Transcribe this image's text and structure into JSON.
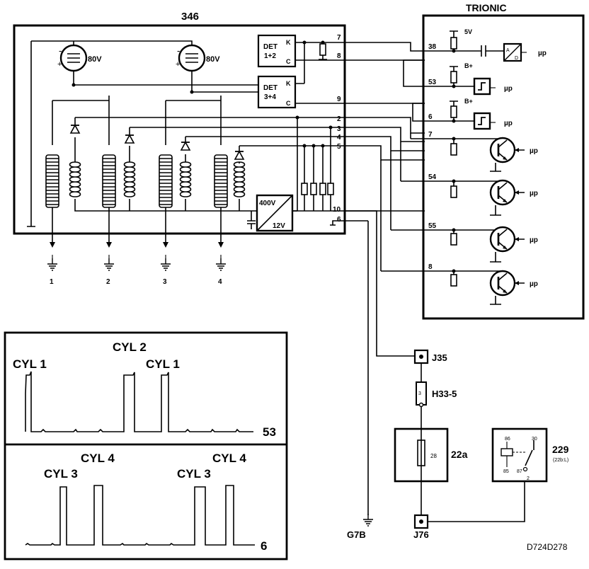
{
  "module_346": {
    "title": "346",
    "supply_labels": [
      "80V",
      "80V"
    ],
    "det_a": {
      "name": "DET",
      "sub": "1+2",
      "k": "K",
      "c": "C"
    },
    "det_b": {
      "name": "DET",
      "sub": "3+4",
      "k": "K",
      "c": "C"
    },
    "converter_in": "400V",
    "converter_out": "12V",
    "pins": [
      "7",
      "8",
      "9",
      "2",
      "3",
      "4",
      "5",
      "10",
      "6"
    ],
    "cylinder_outputs": [
      "1",
      "2",
      "3",
      "4"
    ]
  },
  "trionic": {
    "title": "TRIONIC",
    "supply_labels": [
      "5V",
      "B+",
      "B+"
    ],
    "pins": [
      "38",
      "53",
      "6",
      "7",
      "54",
      "55",
      "8"
    ],
    "mu_label": "µp"
  },
  "connectors": {
    "j35": "J35",
    "h33_5": "H33-5",
    "h33_5_pin": "3",
    "fuse_box": "22a",
    "fuse_pin": "28",
    "j76": "J76",
    "ground": "G7B"
  },
  "relay_229": {
    "name": "229",
    "sub": "(22b:L)",
    "pins": [
      "86",
      "30",
      "85",
      "87"
    ],
    "wire_pin": "2"
  },
  "scope_top": {
    "labels": [
      "CYL 1",
      "CYL 2",
      "CYL 1"
    ],
    "channel": "53"
  },
  "scope_bottom": {
    "labels": [
      "CYL 4",
      "CYL 3",
      "CYL 4",
      "CYL 3"
    ],
    "channel": "6"
  },
  "drawing_code": "D724D278"
}
